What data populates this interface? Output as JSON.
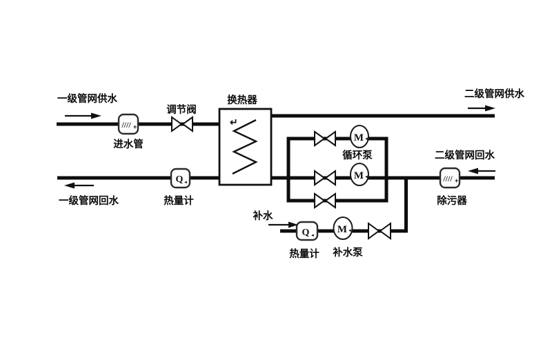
{
  "colors": {
    "background": "#ffffff",
    "line": "#0d0d0d",
    "symbol_stroke": "#1a1a1a"
  },
  "labels": {
    "primary_supply": "一级管网供水",
    "inlet_filter": "进水管",
    "regulating_valve": "调节阀",
    "heat_exchanger": "换热器",
    "secondary_supply": "二级管网供水",
    "circulation_pump": "循环泵",
    "secondary_return": "二级管网回水",
    "dirt_separator": "除污器",
    "primary_return": "一级管网回水",
    "heat_meter_primary": "热量计",
    "makeup_water": "补水",
    "heat_meter_makeup": "热量计",
    "makeup_pump": "补水泵"
  },
  "symbols": {
    "pump_label": "M",
    "meter_label": "Q",
    "pointer": "◄",
    "filter_hatch": "////",
    "filter_mark": "+",
    "return_glyph": "↵"
  }
}
